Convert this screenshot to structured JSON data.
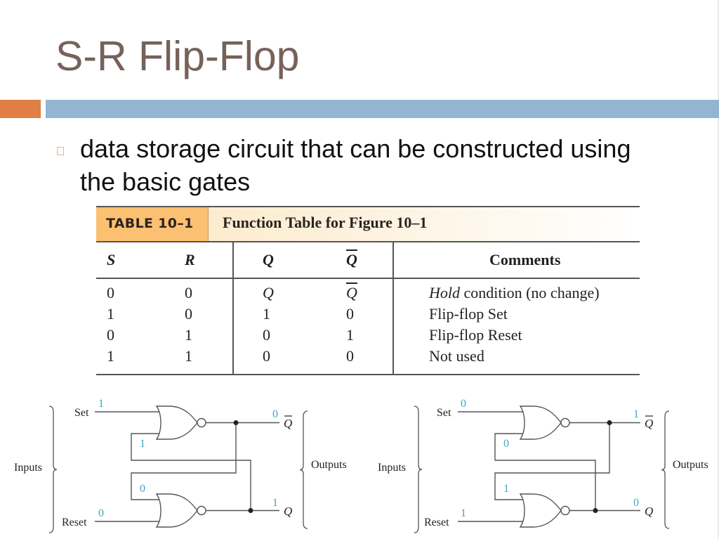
{
  "slide": {
    "title": "S-R Flip-Flop",
    "accent_colors": {
      "title_text": "#76625a",
      "orange_bar": "#df7f44",
      "blue_bar": "#94b5d2"
    },
    "bullets": [
      {
        "icon": "square-bullet-icon",
        "text": "data storage circuit that can be constructed using the basic gates"
      }
    ]
  },
  "table": {
    "tag": "TABLE 10–1",
    "caption": "Function Table for Figure 10–1",
    "tag_color": "#fcc072",
    "headers": {
      "s": "S",
      "r": "R",
      "q": "Q",
      "qbar": "Q",
      "comments": "Comments"
    },
    "rows": [
      {
        "s": "0",
        "r": "0",
        "q": "Q",
        "qbar": "Q",
        "qbar_overline": true,
        "comment_em": "Hold",
        "comment": " condition (no change)"
      },
      {
        "s": "1",
        "r": "0",
        "q": "1",
        "qbar": "0",
        "qbar_overline": false,
        "comment_em": "",
        "comment": "Flip-flop Set"
      },
      {
        "s": "0",
        "r": "1",
        "q": "0",
        "qbar": "1",
        "qbar_overline": false,
        "comment_em": "",
        "comment": "Flip-flop Reset"
      },
      {
        "s": "1",
        "r": "1",
        "q": "0",
        "qbar": "0",
        "qbar_overline": false,
        "comment_em": "",
        "comment": "Not used"
      }
    ]
  },
  "circuits": [
    {
      "inputs_label": "Inputs",
      "outputs_label": "Outputs",
      "set_label": "Set",
      "reset_label": "Reset",
      "set_value": "1",
      "reset_value": "0",
      "top_feedback_value": "1",
      "bottom_feedback_value": "0",
      "qbar_value": "0",
      "q_value": "1",
      "qbar_label": "Q",
      "q_label": "Q"
    },
    {
      "inputs_label": "Inputs",
      "outputs_label": "Outputs",
      "set_label": "Set",
      "reset_label": "Reset",
      "set_value": "0",
      "reset_value": "1",
      "top_feedback_value": "0",
      "bottom_feedback_value": "1",
      "qbar_value": "1",
      "q_value": "0",
      "qbar_label": "Q",
      "q_label": "Q"
    }
  ],
  "value_color": "#3aa7c2"
}
